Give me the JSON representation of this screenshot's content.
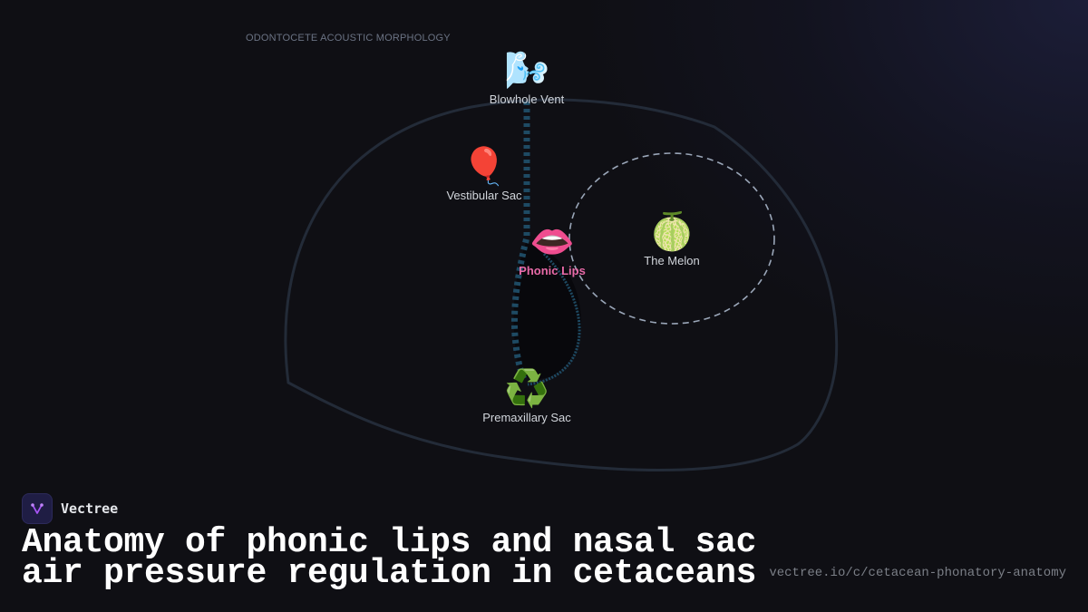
{
  "header": {
    "eyebrow": "ODONTOCETE ACOUSTIC MORPHOLOGY"
  },
  "diagram": {
    "nodes": [
      {
        "id": "blowhole",
        "label": "Blowhole Vent",
        "icon": "dashing-away-emoji",
        "glyph": "🌬️"
      },
      {
        "id": "vestibular",
        "label": "Vestibular Sac",
        "icon": "balloon-emoji",
        "glyph": "🎈"
      },
      {
        "id": "phonic",
        "label": "Phonic Lips",
        "icon": "lips-emoji",
        "glyph": "👄",
        "accent": "#e86aa8"
      },
      {
        "id": "melon",
        "label": "The Melon",
        "icon": "melon-emoji",
        "glyph": "🍈"
      },
      {
        "id": "premaxillary",
        "label": "Premaxillary Sac",
        "icon": "recycle-emoji",
        "glyph": "♻️"
      }
    ],
    "colors": {
      "head_outline": "#232b38",
      "air_path": "#1e4a63",
      "melon_ring": "#9aa6b8",
      "accent": "#e86aa8"
    }
  },
  "footer": {
    "brand_name": "Vectree",
    "title_line1": "Anatomy of phonic lips and nasal sac",
    "title_line2": "air pressure regulation in cetaceans",
    "url": "vectree.io/c/cetacean-phonatory-anatomy"
  }
}
